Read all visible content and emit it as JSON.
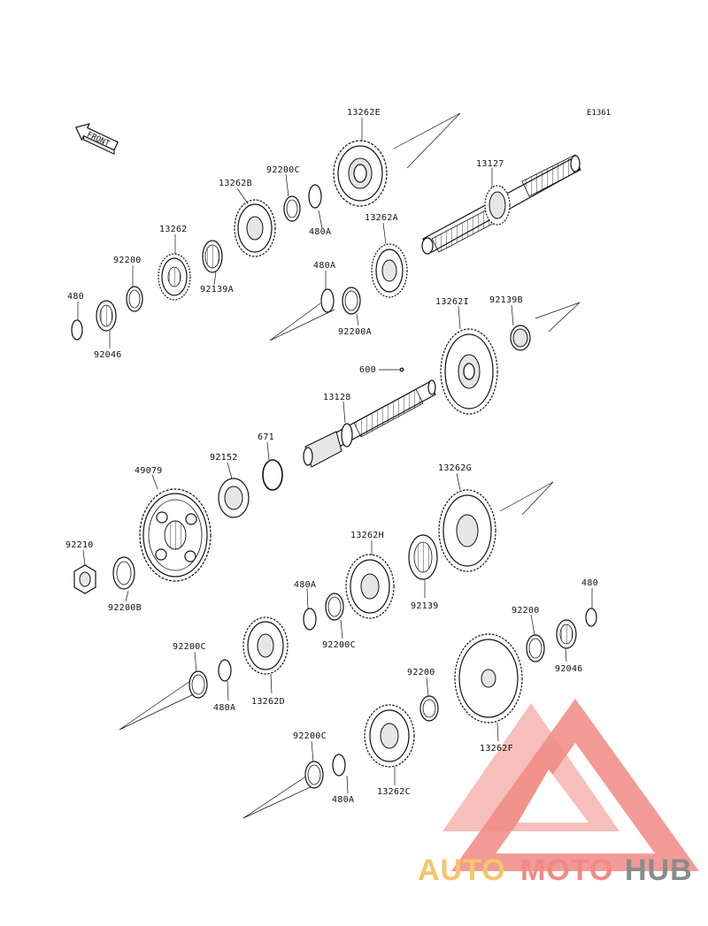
{
  "diagram_code": "E1361",
  "front_label": "FRONT",
  "parts": {
    "p13262E": "13262E",
    "p92200C_top": "92200C",
    "p13262B": "13262B",
    "p13127": "13127",
    "p13262": "13262",
    "p480A_top": "480A",
    "p92139A": "92139A",
    "p92200_left": "92200",
    "p13262A": "13262A",
    "p480_left": "480",
    "p480A_mid": "480A",
    "p92046_left": "92046",
    "p92200A": "92200A",
    "p13262I": "13262I",
    "p92139B": "92139B",
    "p600": "600",
    "p13128": "13128",
    "p671": "671",
    "p92152": "92152",
    "p49079": "49079",
    "p13262G": "13262G",
    "p92210": "92210",
    "p13262H": "13262H",
    "p92200B": "92200B",
    "p480A_lower": "480A",
    "p92139": "92139",
    "p480_right": "480",
    "p92200_right": "92200",
    "p92200C_mid": "92200C",
    "p92200C_left": "92200C",
    "p92046_right": "92046",
    "p480A_left": "480A",
    "p13262D": "13262D",
    "p92200_bottom": "92200",
    "p13262F": "13262F",
    "p92200C_bottom": "92200C",
    "p13262C": "13262C",
    "p480A_bottom": "480A"
  },
  "watermark": {
    "auto": "AUTO",
    "moto": "MOTO",
    "hub": "HUB"
  },
  "colors": {
    "logo_red": "#f08a84",
    "logo_yellow": "#f7c46a",
    "logo_gray": "#8b8b8b"
  }
}
